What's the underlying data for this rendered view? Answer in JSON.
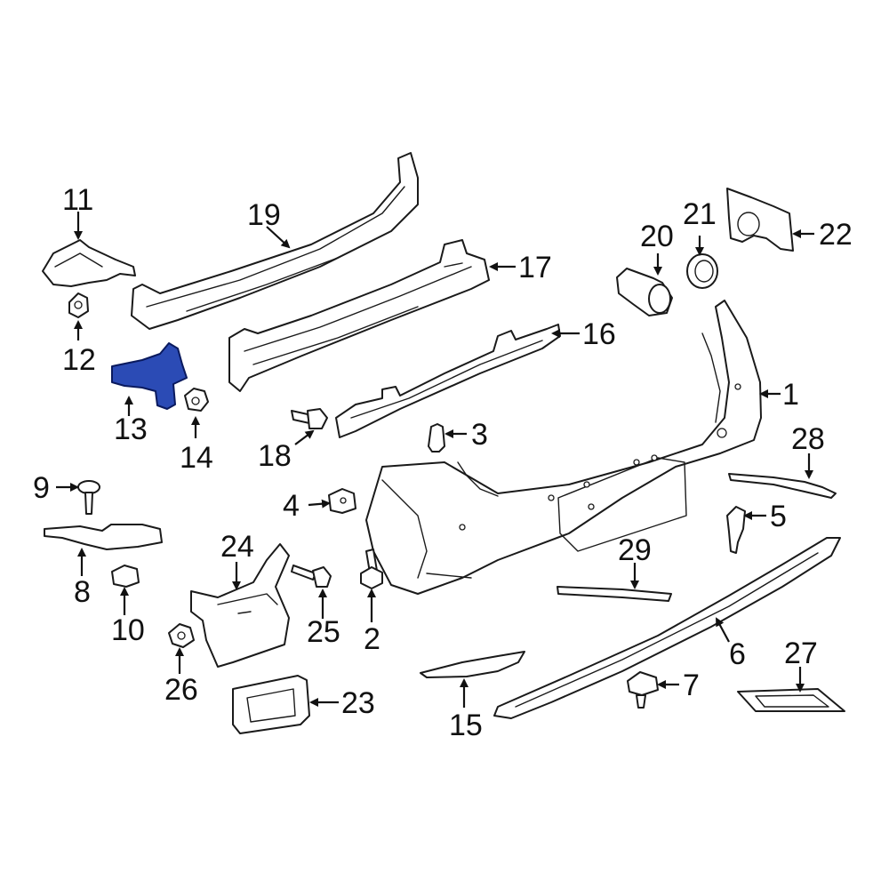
{
  "diagram": {
    "highlight_color": "#2b4bb5",
    "line_color": "#1a1a1a",
    "background": "#ffffff",
    "callouts": {
      "c1": "1",
      "c2": "2",
      "c3": "3",
      "c4": "4",
      "c5": "5",
      "c6": "6",
      "c7": "7",
      "c8": "8",
      "c9": "9",
      "c10": "10",
      "c11": "11",
      "c12": "12",
      "c13": "13",
      "c14": "14",
      "c15": "15",
      "c16": "16",
      "c17": "17",
      "c18": "18",
      "c19": "19",
      "c20": "20",
      "c21": "21",
      "c22": "22",
      "c23": "23",
      "c24": "24",
      "c25": "25",
      "c26": "26",
      "c27": "27",
      "c28": "28",
      "c29": "29"
    },
    "highlighted_part": "13"
  }
}
